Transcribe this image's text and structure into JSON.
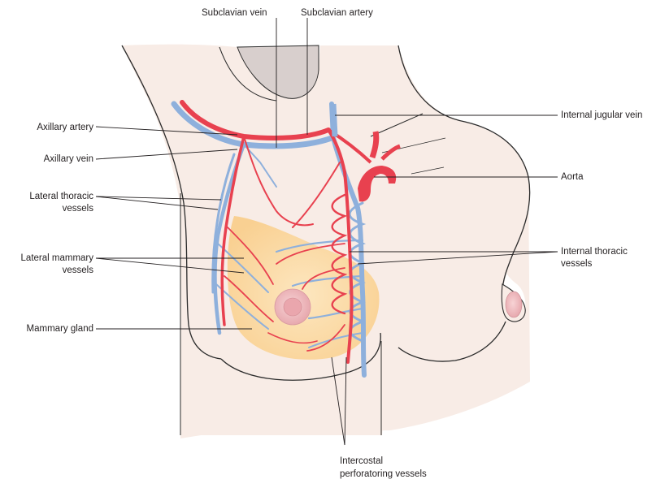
{
  "labels": {
    "subclavian_vein": "Subclavian vein",
    "subclavian_artery": "Subclavian artery",
    "axillary_artery": "Axillary artery",
    "axillary_vein": "Axillary vein",
    "lateral_thoracic_1": "Lateral thoracic",
    "lateral_thoracic_2": "vessels",
    "lateral_mammary_1": "Lateral mammary",
    "lateral_mammary_2": "vessels",
    "mammary_gland": "Mammary gland",
    "internal_jugular_vein": "Internal jugular vein",
    "aorta": "Aorta",
    "internal_thoracic_1": "Internal thoracic",
    "internal_thoracic_2": "vessels",
    "intercostal_1": "Intercostal",
    "intercostal_2": "perforatoring vessels"
  },
  "colors": {
    "skin": "#f8ece6",
    "outline": "#2b2b2b",
    "artery": "#e8414f",
    "vein": "#8eb0dc",
    "gland": "#fbd9a4",
    "areola": "#eeb9be",
    "arm": "#d8cfcd"
  }
}
